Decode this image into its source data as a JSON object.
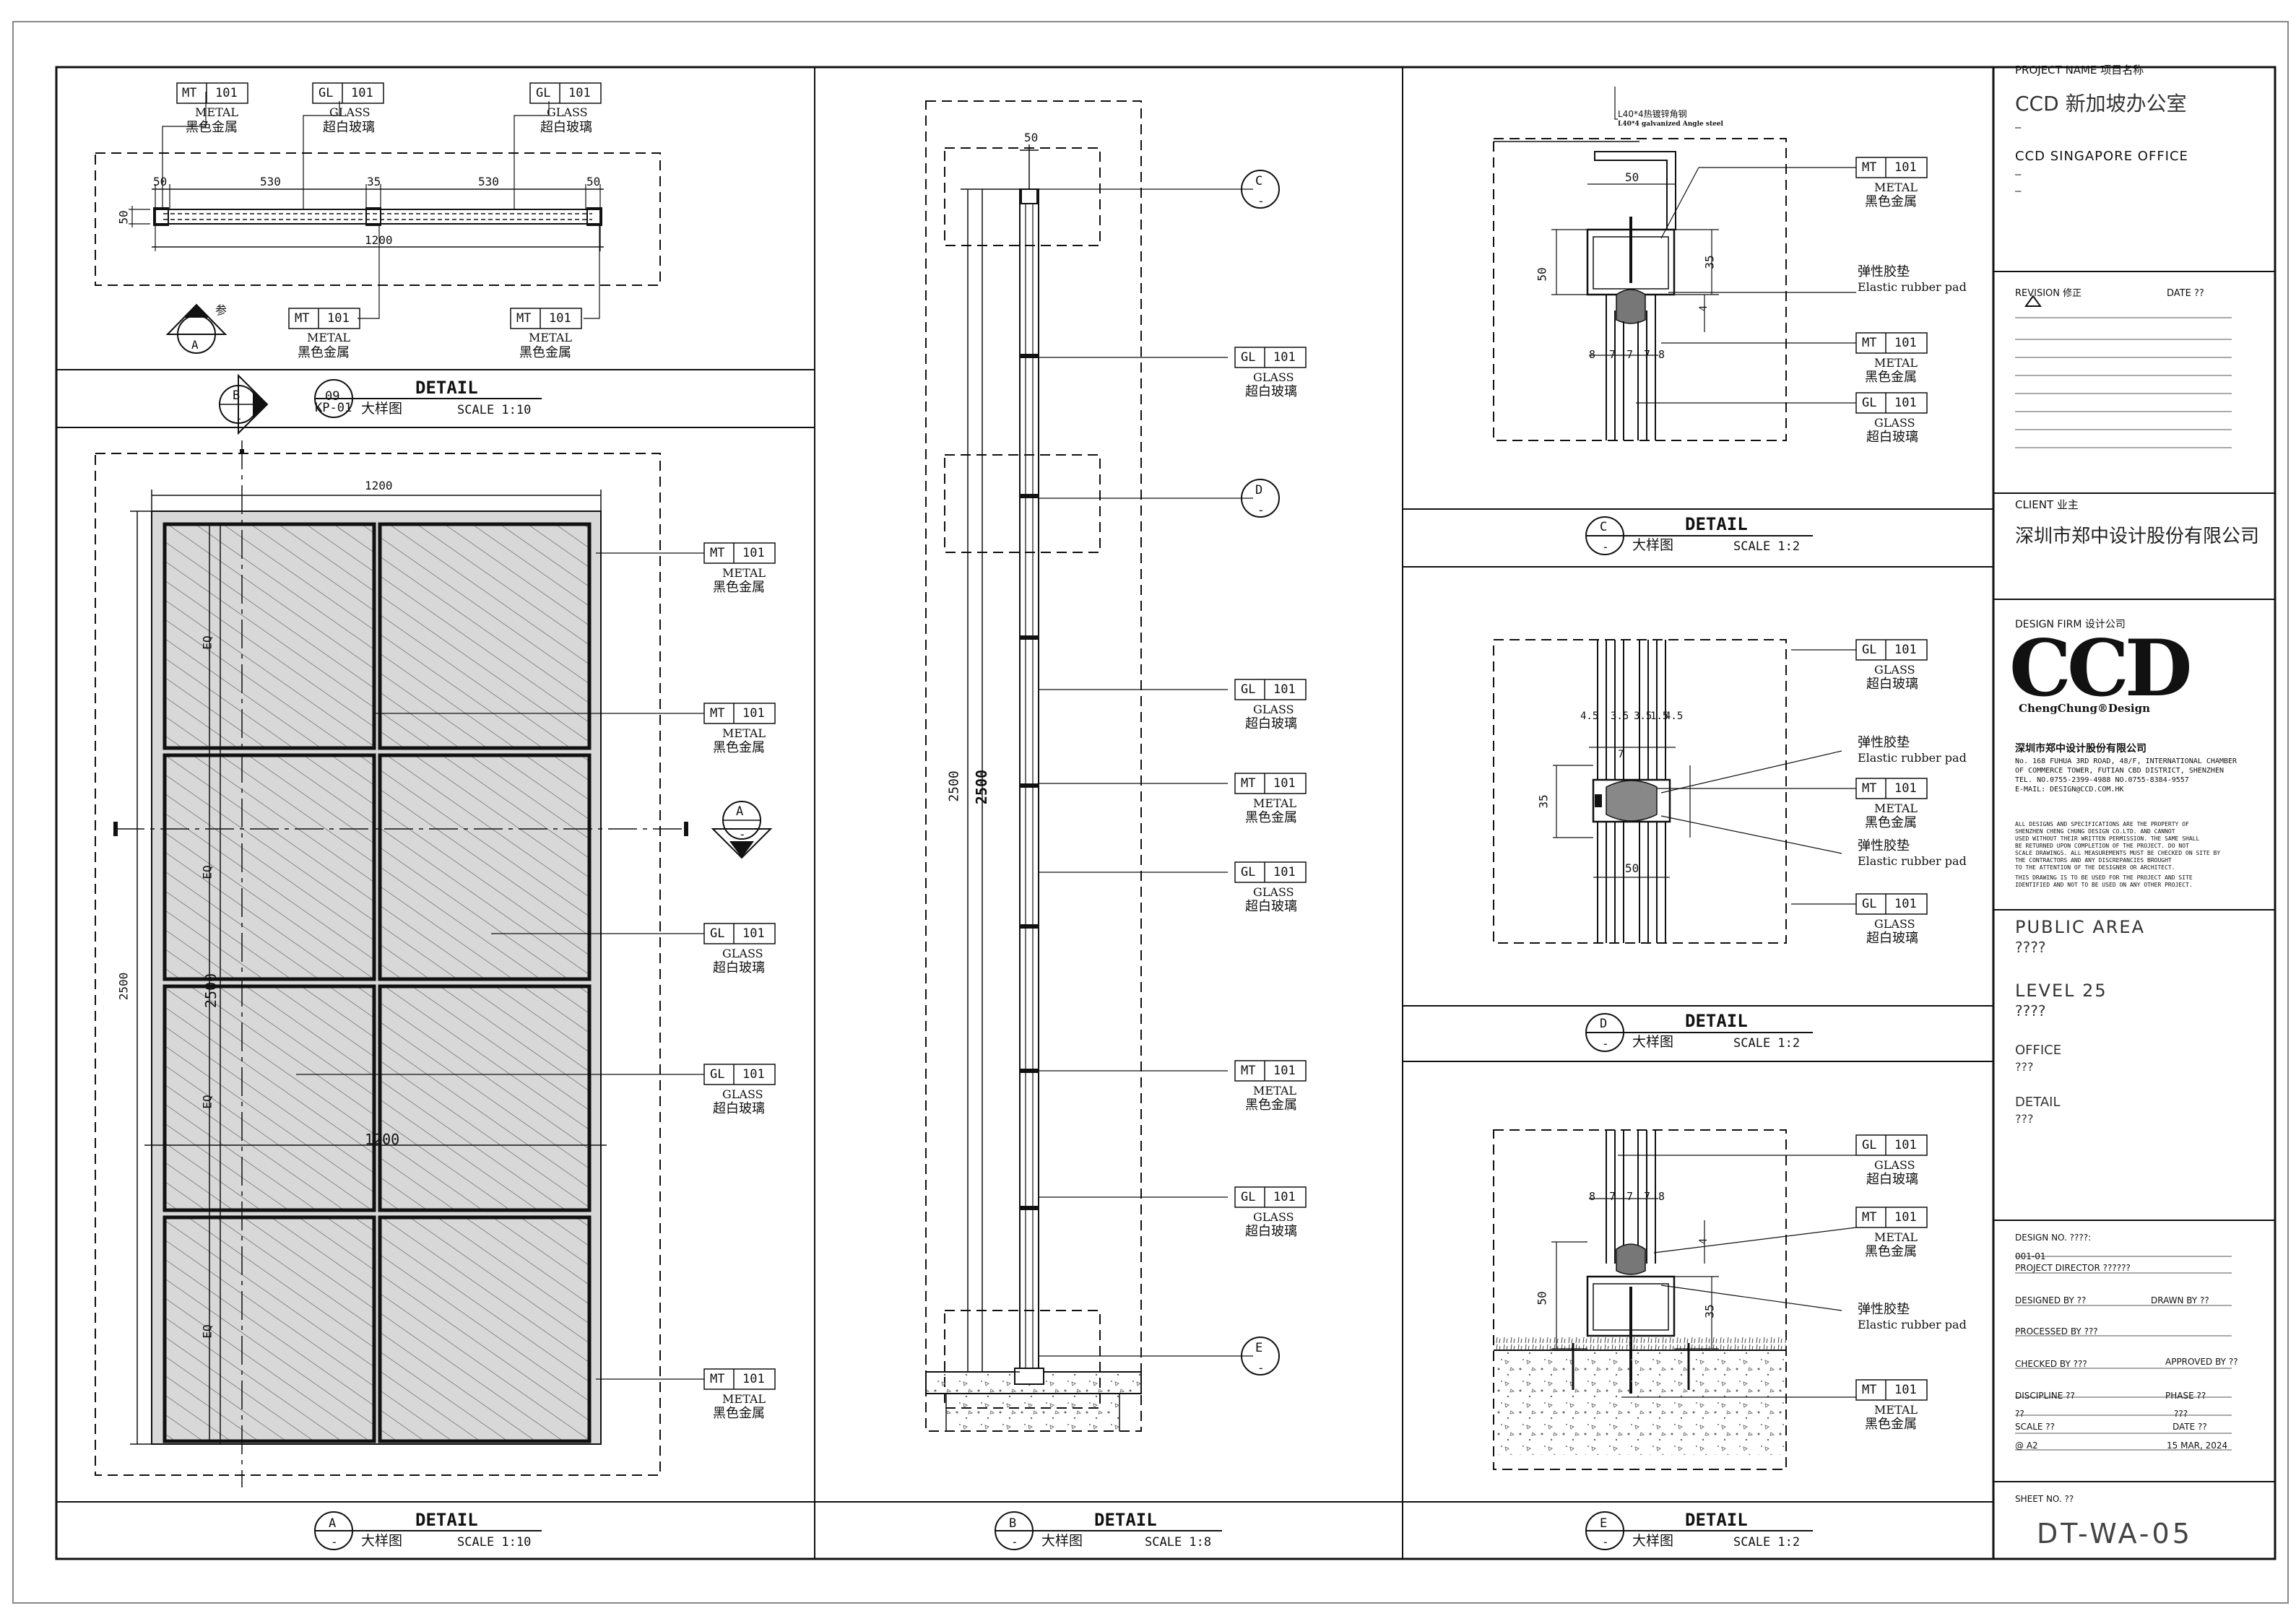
{
  "sheet": {
    "project_name_label": "PROJECT NAME  项目名称",
    "project_name_cn": "CCD  新加坡办公室",
    "project_name_en": "CCD SINGAPORE OFFICE",
    "revision_label": "REVISION  修正",
    "date_label": "DATE  ??",
    "client_label": "CLIENT  业主",
    "client_name": "深圳市郑中设计股份有限公司",
    "design_firm_label": "DESIGN FIRM  设计公司",
    "firm_logo": "CCD",
    "firm_logo_sub": "ChengChung®Design",
    "firm_name_cn": "深圳市郑中设计股份有限公司",
    "firm_address": [
      "No. 168 FUHUA 3RD ROAD, 48/F, INTERNATIONAL CHAMBER",
      "OF COMMERCE TOWER, FUTIAN CBD DISTRICT, SHENZHEN",
      "TEL. NO.0755-2399-4988  NO.0755-8384-9557",
      "E-MAIL: DESIGN@CCD.COM.HK"
    ],
    "disclaimer": [
      "ALL DESIGNS AND SPECIFICATIONS ARE THE PROPERTY OF",
      "SHENZHEN CHENG CHUNG DESIGN CO.LTD.   AND CANNOT",
      "USED WITHOUT THEIR WRITTEN PERMISSION. THE SAME SHALL",
      "BE RETURNED UPON COMPLETION OF THE PROJECT. DO NOT",
      "SCALE DRAWINGS. ALL MEASUREMENTS MUST BE CHECKED ON SITE BY",
      "THE CONTRACTORS AND ANY DISCREPANCIES BROUGHT",
      "TO THE ATTENTION OF THE DESIGNER OR ARCHITECT.",
      "THIS DRAWING IS TO BE USED FOR THE PROJECT AND SITE",
      "IDENTIFIED AND NOT TO BE USED ON ANY OTHER PROJECT."
    ],
    "area_label": "PUBLIC AREA",
    "area_value": "????",
    "level_label": "LEVEL 25",
    "level_value": "????",
    "office_label": "OFFICE",
    "office_value": "???",
    "detail_label": "DETAIL",
    "detail_value": "???",
    "design_no_label": "DESIGN NO.   ????:",
    "design_no_value": "001-01",
    "project_director": "PROJECT DIRECTOR    ??????",
    "designed_by": "DESIGNED BY  ??",
    "drawn_by": "DRAWN BY   ??",
    "processed_by": "PROCESSED BY ???",
    "checked_by": "CHECKED BY   ???",
    "approved_by": "APPROVED BY   ??",
    "discipline": "DISCIPLINE   ??",
    "phase": "PHASE   ??",
    "discipline_value": "??",
    "phase_value": "???",
    "scale_label": "SCALE   ??",
    "date2_label": "DATE   ??",
    "paper": "@ A2",
    "date_value": "15 MAR, 2024",
    "sheet_no_label": "SHEET NO.   ??",
    "sheet_no": "DT-WA-05"
  },
  "tags": {
    "mt_code": "MT",
    "mt_num": "101",
    "mt_en": "METAL",
    "mt_cn": "黑色金属",
    "gl_code": "GL",
    "gl_num": "101",
    "gl_en": "GLASS",
    "gl_cn": "超白玻璃",
    "pad_cn": "弹性胶垫",
    "pad_en": "Elastic rubber pad",
    "angle_cn": "L40*4热镀锌角钢",
    "angle_en": "L40*4 galvanized Angle steel",
    "ref_cn": "参"
  },
  "titles": {
    "detail": "DETAIL",
    "cn": "大样图",
    "t09_num": "09",
    "t09_ref": "KP-01",
    "t09_scale": "SCALE 1:10",
    "tA_num": "A",
    "tA_ref": "-",
    "tA_scale": "SCALE 1:10",
    "tB_num": "B",
    "tB_ref": "-",
    "tB_scale": "SCALE 1:8",
    "tC_num": "C",
    "tC_ref": "-",
    "tC_scale": "SCALE 1:2",
    "tD_num": "D",
    "tD_ref": "-",
    "tD_scale": "SCALE 1:2",
    "tE_num": "E",
    "tE_ref": "-",
    "tE_scale": "SCALE 1:2"
  },
  "dims": {
    "d50": "50",
    "d530": "530",
    "d35": "35",
    "d1200": "1200",
    "d2500": "2500",
    "dEQ": "EQ",
    "d8": "8",
    "d7": "7",
    "d4_5": "4.5",
    "d3_5": "3.5",
    "d1_5": "1.5",
    "d4": "4"
  },
  "markers": {
    "a": "A",
    "b": "B",
    "c": "C",
    "d": "D",
    "e": "E",
    "dash": "-"
  }
}
